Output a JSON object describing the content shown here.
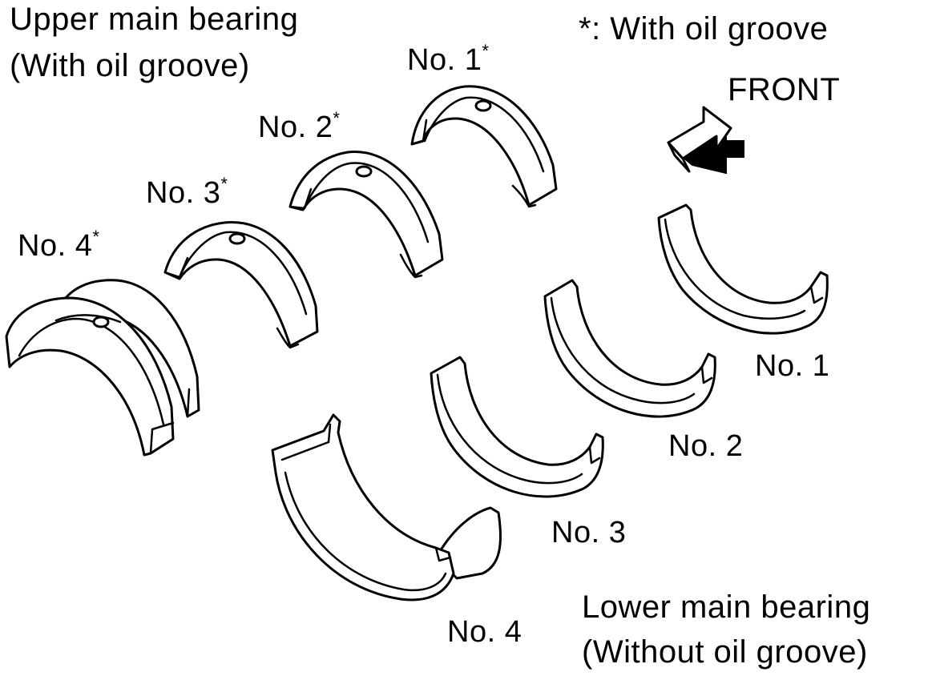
{
  "diagram": {
    "upper_title_line1": "Upper main bearing",
    "upper_title_line2": "(With oil groove)",
    "legend_note": "*: With oil groove",
    "front_label": "FRONT",
    "upper_bearings": [
      {
        "label": "No. 1",
        "mark": "*"
      },
      {
        "label": "No. 2",
        "mark": "*"
      },
      {
        "label": "No. 3",
        "mark": "*"
      },
      {
        "label": "No. 4",
        "mark": "*"
      }
    ],
    "lower_bearings": [
      {
        "label": "No. 1"
      },
      {
        "label": "No. 2"
      },
      {
        "label": "No. 3"
      },
      {
        "label": "No. 4"
      }
    ],
    "lower_title_line1": "Lower main bearing",
    "lower_title_line2": "(Without oil groove)"
  }
}
